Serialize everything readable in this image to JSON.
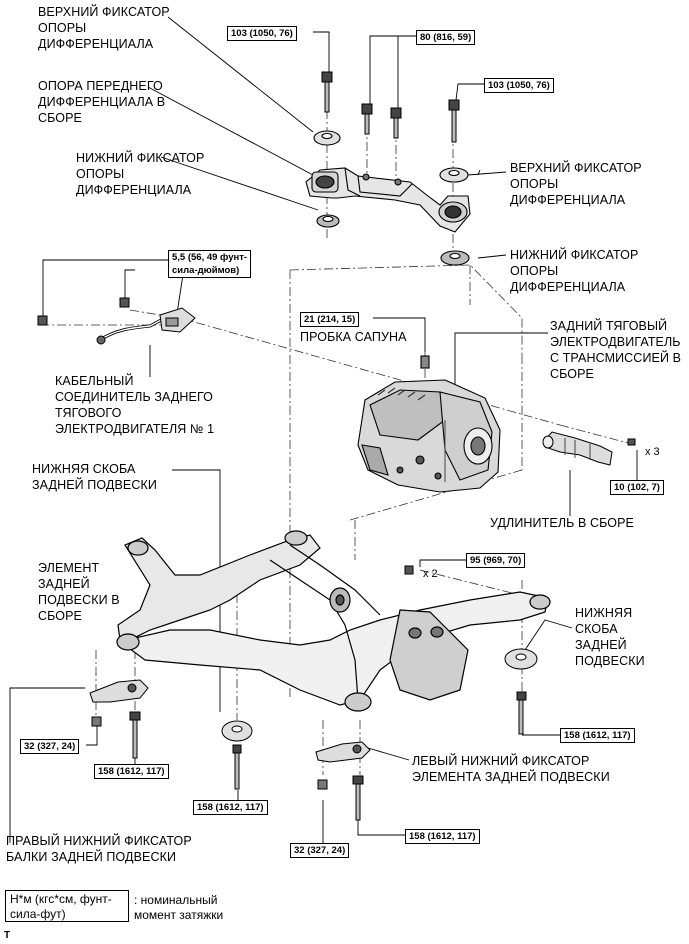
{
  "labels": {
    "upper_retainer_1": "ВЕРХНИЙ ФИКСАТОР\nОПОРЫ\nДИФФЕРЕНЦИАЛА",
    "front_diff_support": "ОПОРА ПЕРЕДНЕГО\nДИФФЕРЕНЦИАЛА В\nСБОРЕ",
    "lower_retainer_1": "НИЖНИЙ ФИКСАТОР\nОПОРЫ\nДИФФЕРЕНЦИАЛА",
    "upper_retainer_2": "ВЕРХНИЙ ФИКСАТОР\nОПОРЫ\nДИФФЕРЕНЦИАЛА",
    "lower_retainer_2": "НИЖНИЙ ФИКСАТОР\nОПОРЫ\nДИФФЕРЕНЦИАЛА",
    "breather_plug": "ПРОБКА САПУНА",
    "rear_motor": "ЗАДНИЙ ТЯГОВЫЙ\nЭЛЕКТРОДВИГАТЕЛЬ\nС ТРАНСМИССИЕЙ В\nСБОРЕ",
    "cable_connector": "КАБЕЛЬНЫЙ\nСОЕДИНИТЕЛЬ ЗАДНЕГО\nТЯГОВОГО\nЭЛЕКТРОДВИГАТЕЛЯ № 1",
    "lower_bracket_1": "НИЖНЯЯ СКОБА\nЗАДНЕЙ ПОДВЕСКИ",
    "extension": "УДЛИНИТЕЛЬ В СБОРЕ",
    "suspension_member": "ЭЛЕМЕНТ\nЗАДНЕЙ\nПОДВЕСКИ В\nСБОРЕ",
    "lower_bracket_2": "НИЖНЯЯ\nСКОБА\nЗАДНЕЙ\nПОДВЕСКИ",
    "left_lower_stopper": "ЛЕВЫЙ НИЖНИЙ ФИКСАТОР\nЭЛЕМЕНТА ЗАДНЕЙ ПОДВЕСКИ",
    "right_lower_stopper": "ПРАВЫЙ НИЖНИЙ ФИКСАТОР\nБАЛКИ ЗАДНЕЙ ПОДВЕСКИ"
  },
  "torques": {
    "t_top1": "103 (1050, 76)",
    "t_top2": "80 (816, 59)",
    "t_top3": "103 (1050, 76)",
    "t_conn": "5,5 (56, 49 фунт-\nсила-дюймов)",
    "t_plug": "21 (214, 15)",
    "t_ext": "10 (102, 7)",
    "t_95": "95 (969, 70)",
    "t_32a": "32 (327, 24)",
    "t_158a": "158 (1612, 117)",
    "t_158b": "158 (1612, 117)",
    "t_158c": "158 (1612, 117)",
    "t_32b": "32 (327, 24)",
    "t_158d": "158 (1612, 117)"
  },
  "multipliers": {
    "x3": "x 3",
    "x2": "x 2"
  },
  "legend": {
    "units": "Н*м (кгс*см, фунт-\nсила-фут)",
    "description": ": номинальный\nмомент затяжки"
  },
  "corner_mark": "T"
}
